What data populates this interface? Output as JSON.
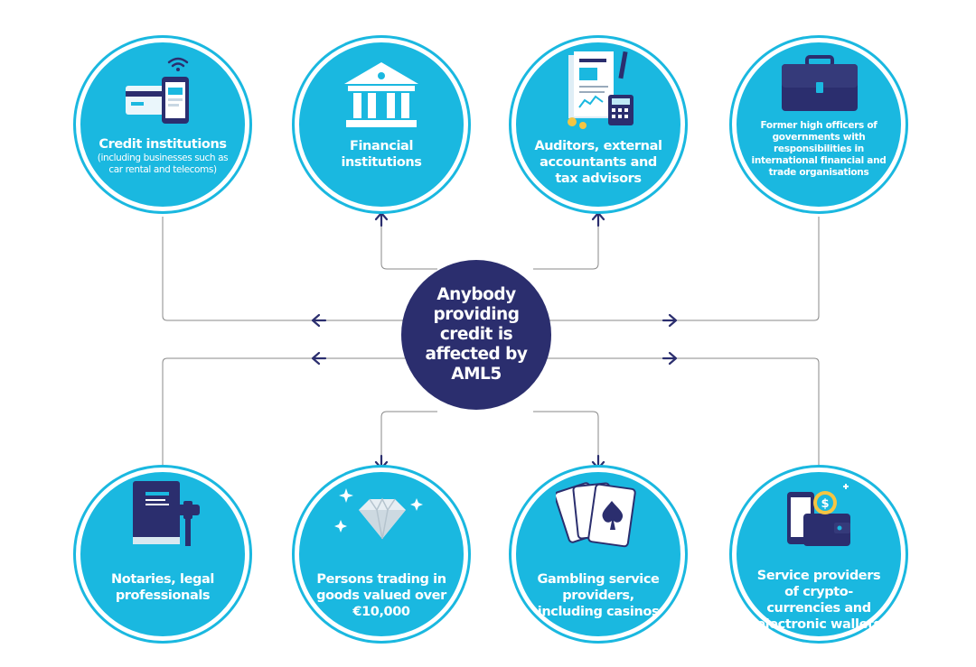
{
  "center": {
    "text": "Anybody providing credit is affected by AML5"
  },
  "top": [
    {
      "title": "Credit institutions",
      "subtitle": "(including businesses such as car rental and telecoms)",
      "icon": "card-phone-wifi-icon"
    },
    {
      "title": "Financial institutions",
      "icon": "bank-building-icon"
    },
    {
      "title": "Auditors, external accountants and tax advisors",
      "icon": "documents-calculator-icon"
    },
    {
      "title": "Former high officers of governments with responsibilities in international financial and trade organisations",
      "icon": "briefcase-icon"
    }
  ],
  "bottom": [
    {
      "title": "Notaries, legal professionals",
      "icon": "law-book-gavel-icon"
    },
    {
      "title": "Persons trading in goods valued over €10,000",
      "icon": "diamond-icon"
    },
    {
      "title": "Gambling service providers, including casinos",
      "icon": "playing-cards-icon"
    },
    {
      "title": "Service providers of crypto-currencies and electronic wallets",
      "icon": "phone-wallet-coin-icon"
    }
  ],
  "colors": {
    "circle": "#1ab8e0",
    "center": "#2b2e6e",
    "connector": "#8a8a8a",
    "arrow": "#2b2e6e"
  }
}
